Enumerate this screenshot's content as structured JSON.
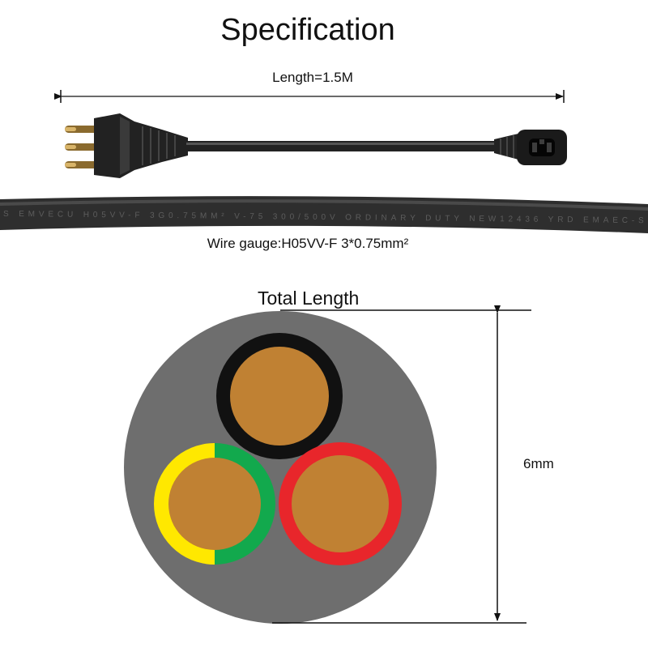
{
  "title": "Specification",
  "cable_length": "Length=1.5M",
  "wire_gauge": "Wire gauge:H05VV-F 3*0.75mm²",
  "cross_section_heading": "Total Length",
  "diameter": "6mm",
  "cable_print": "S EMVECU H05VV-F 3G0.75MM² V-75 300/500V ORDINARY DUTY NEW12436 YRD EMAEC-S",
  "colors": {
    "sheath": "#6e6e6e",
    "cable_black": "#1f1f1f",
    "conductor_copper": "#c08133",
    "live_insulation": "#111111",
    "neutral_insulation": "#e8262b",
    "earth_yellow": "#ffe800",
    "earth_green": "#12a94d"
  }
}
